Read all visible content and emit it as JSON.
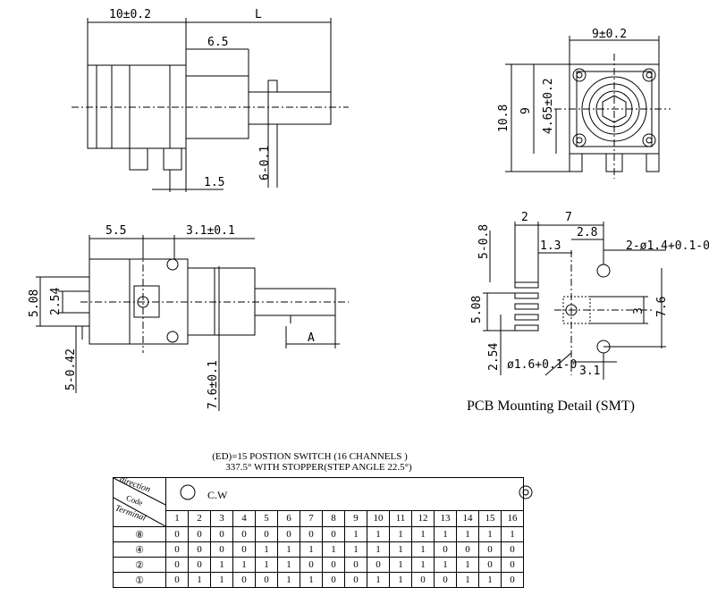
{
  "dims": {
    "d_10": "10±0.2",
    "d_L": "L",
    "d_65": "6.5",
    "d_15": "1.5",
    "d_6": "6-0.1",
    "d_9w": "9±0.2",
    "d_108": "10.8",
    "d_9h": "9",
    "d_465": "4.65±0.2",
    "d_55": "5.5",
    "d_31": "3.1±0.1",
    "d_508": "5.08",
    "d_254": "2.54",
    "d_542": "5-0.42",
    "d_76": "7.6±0.1",
    "d_A": "A",
    "p_2": "2",
    "p_7": "7",
    "p_28": "2.8",
    "p_13": "1.3",
    "p_508": "5-0.8",
    "p_hole": "2-ø1.4+0.1-0",
    "p_508b": "5.08",
    "p_3": "3",
    "p_76": "7.6",
    "p_254": "2.54",
    "p_16": "ø1.6+0.1-0",
    "p_31": "3.1"
  },
  "pcb_title": "PCB Mounting  Detail (SMT)",
  "caption1": "(ED)=15 POSTION SWITCH  (16 CHANNELS )",
  "caption2": "337.5° WITH STOPPER(STEP ANGLE 22.5°)",
  "table": {
    "header_direction": "direction",
    "header_code": "Code",
    "header_terminal": "Terminal",
    "cw_label": "C.W",
    "columns": [
      "1",
      "2",
      "3",
      "4",
      "5",
      "6",
      "7",
      "8",
      "9",
      "10",
      "11",
      "12",
      "13",
      "14",
      "15",
      "16"
    ],
    "rows": [
      {
        "label": "⑧",
        "values": [
          "0",
          "0",
          "0",
          "0",
          "0",
          "0",
          "0",
          "0",
          "1",
          "1",
          "1",
          "1",
          "1",
          "1",
          "1",
          "1"
        ]
      },
      {
        "label": "④",
        "values": [
          "0",
          "0",
          "0",
          "0",
          "1",
          "1",
          "1",
          "1",
          "1",
          "1",
          "1",
          "1",
          "0",
          "0",
          "0",
          "0"
        ]
      },
      {
        "label": "②",
        "values": [
          "0",
          "0",
          "1",
          "1",
          "1",
          "1",
          "0",
          "0",
          "0",
          "0",
          "1",
          "1",
          "1",
          "1",
          "0",
          "0"
        ]
      },
      {
        "label": "①",
        "values": [
          "0",
          "1",
          "1",
          "0",
          "0",
          "1",
          "1",
          "0",
          "0",
          "1",
          "1",
          "0",
          "0",
          "1",
          "1",
          "0"
        ]
      }
    ]
  }
}
